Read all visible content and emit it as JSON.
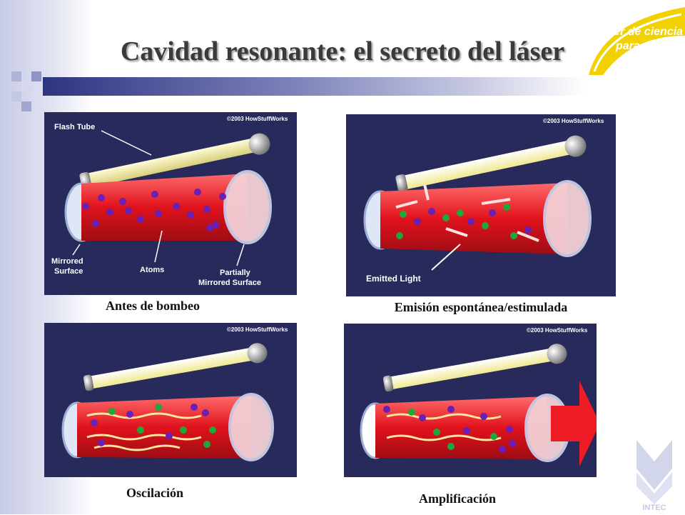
{
  "slide": {
    "title": "Cavidad resonante: el secreto del láser"
  },
  "logo": {
    "line1": "taller de ciencia",
    "line2": "para profes"
  },
  "panels": [
    {
      "copyright": "©2003 HowStuffWorks",
      "labels": {
        "flash_tube": "Flash Tube",
        "mirrored_surface_1": "Mirrored",
        "mirrored_surface_2": "Surface",
        "atoms": "Atoms",
        "partially_1": "Partially",
        "partially_2": "Mirrored Surface"
      },
      "caption": "Antes de bombeo"
    },
    {
      "copyright": "©2003 HowStuffWorks",
      "labels": {
        "emitted_light": "Emitted Light"
      },
      "caption": "Emisión espontánea/estimulada"
    },
    {
      "copyright": "©2003 HowStuffWorks",
      "caption": "Oscilación"
    },
    {
      "copyright": "©2003 HowStuffWorks",
      "caption": "Amplificación"
    }
  ],
  "watermark": {
    "text": "INTEC"
  },
  "colors": {
    "panel_bg": "#272a5b",
    "tube_red": "#e8202a",
    "flash_yellow": "#fff7b0",
    "atom_purple": "#6a1fb5",
    "atom_green": "#1fa83a"
  }
}
